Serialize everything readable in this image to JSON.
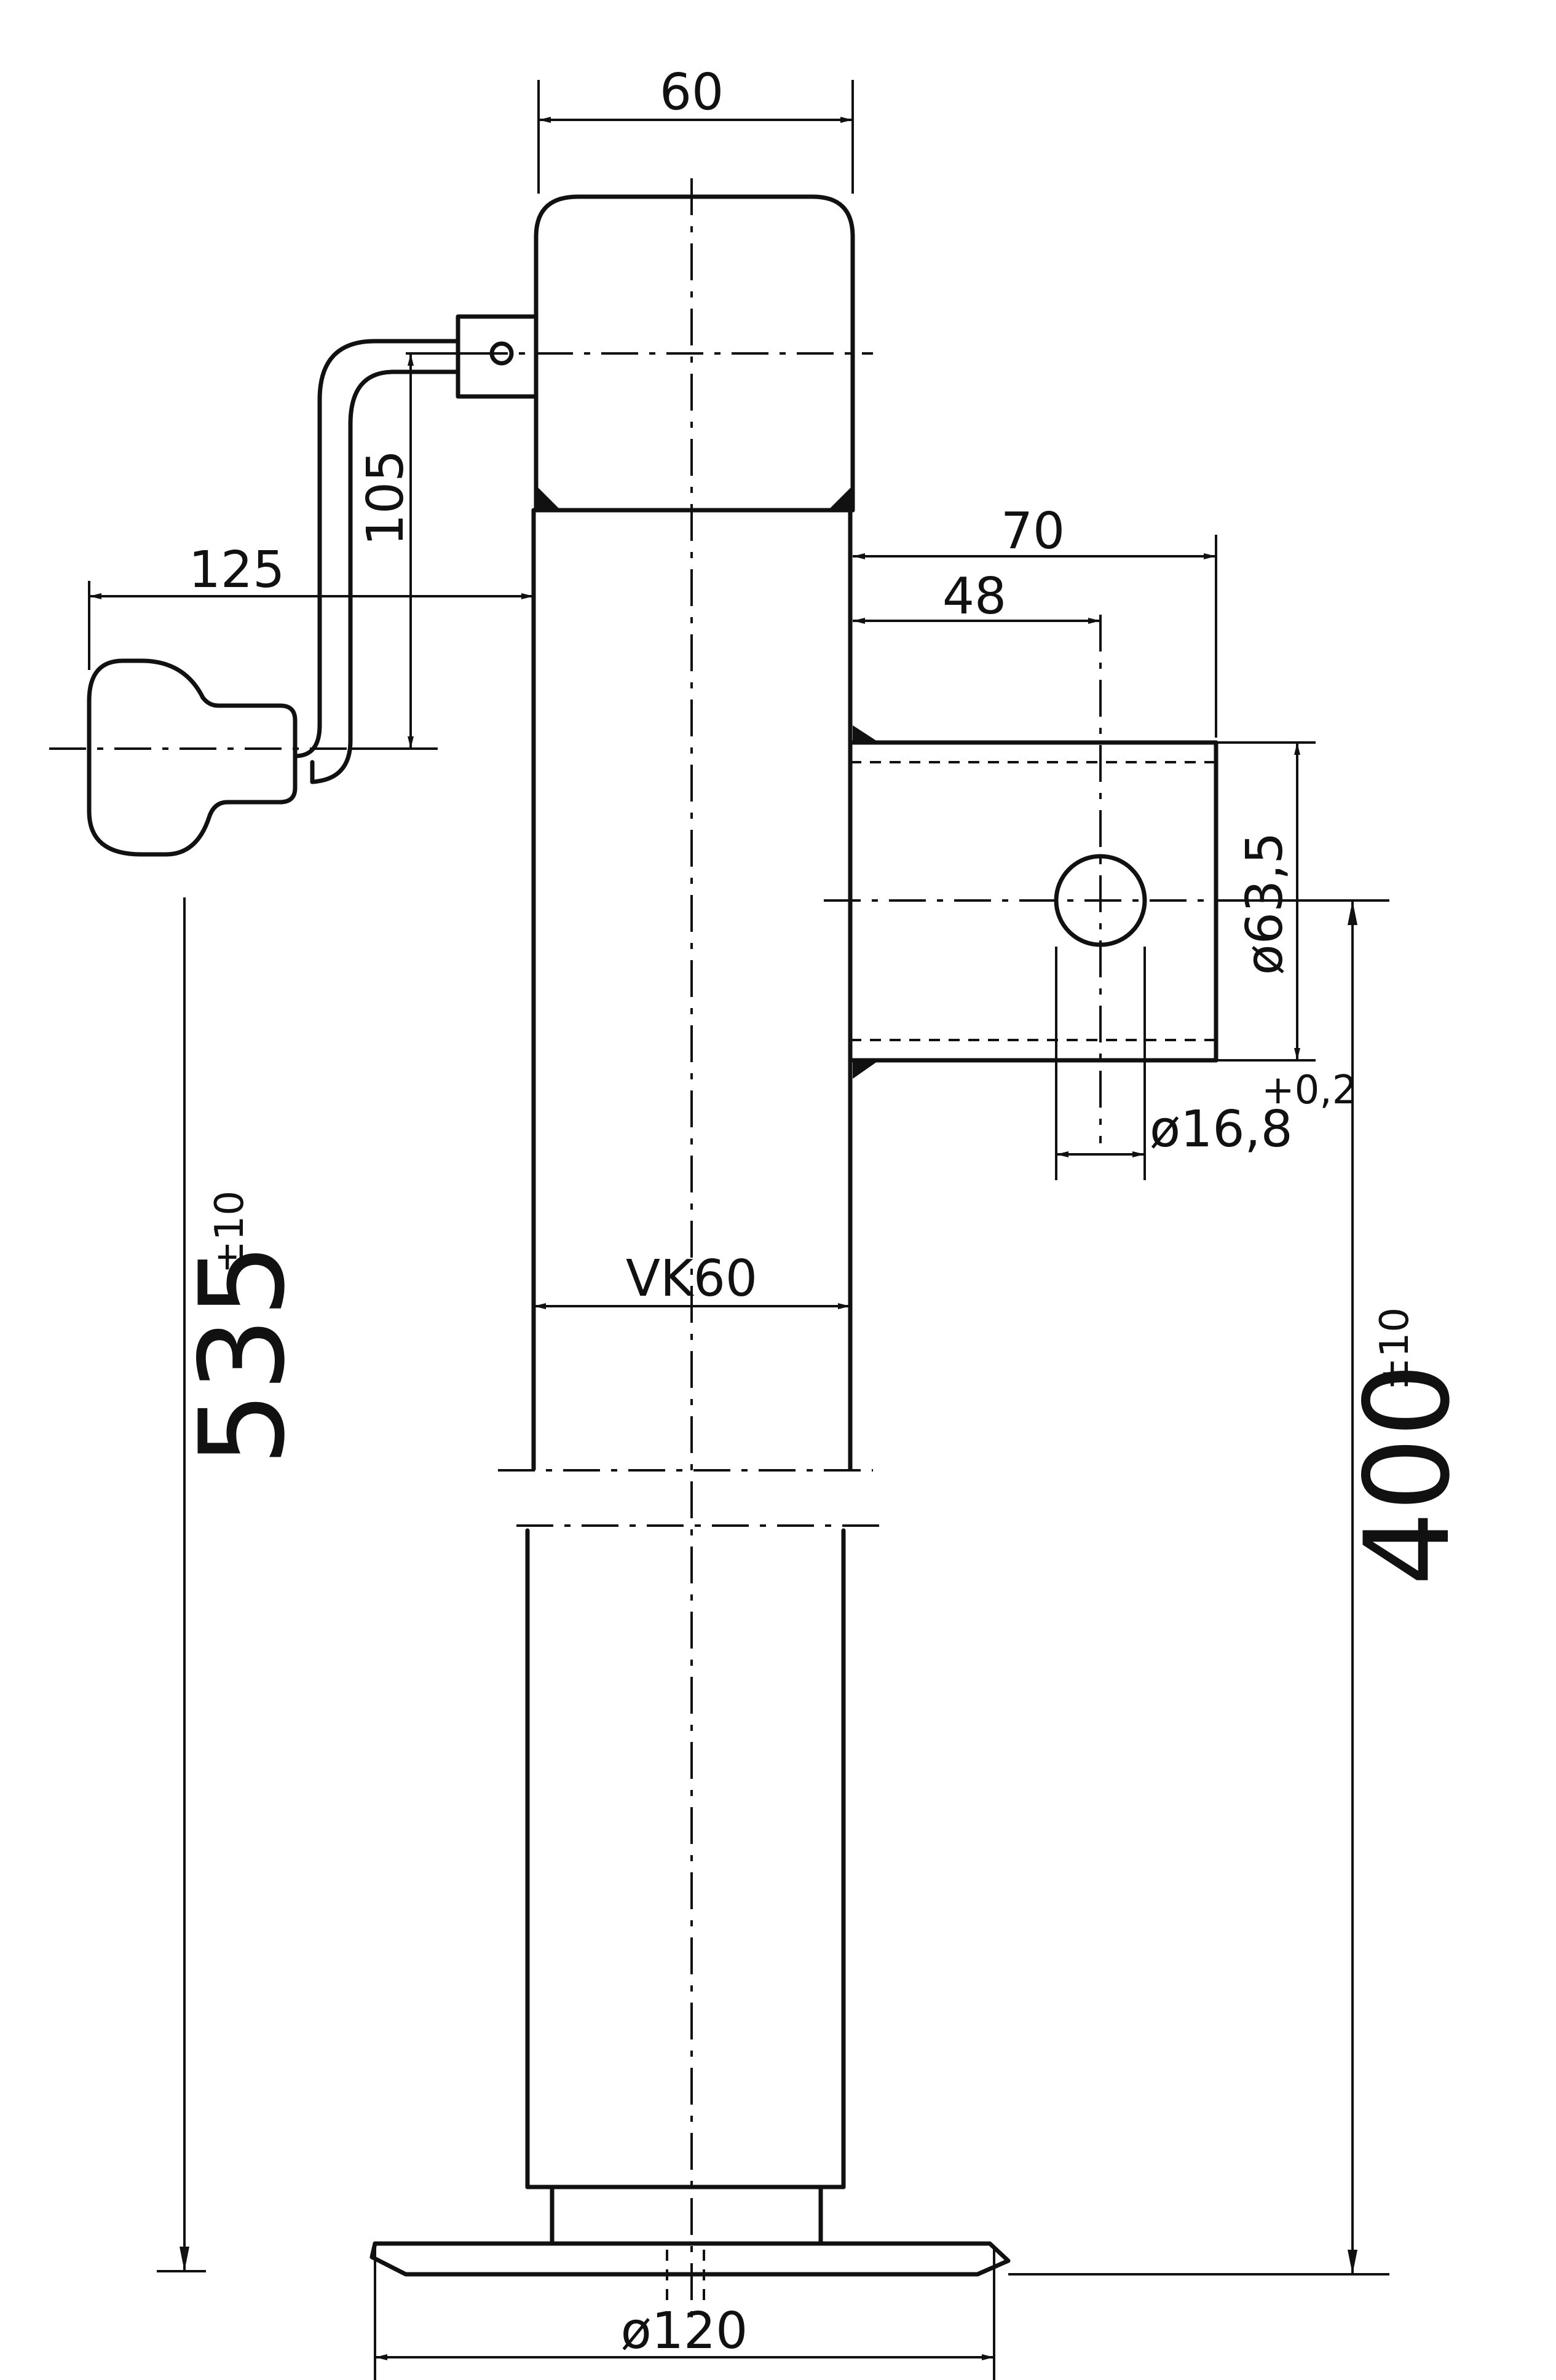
{
  "dimensions": {
    "top_width": "60",
    "crank_height": "105",
    "crank_reach": "125",
    "bracket_length": "70",
    "bracket_hole_offset": "48",
    "bracket_diameter": "ø63,5",
    "hole_diameter": "ø16,8",
    "hole_tolerance": "+0,2",
    "tube_profile": "VK60",
    "total_height": "535",
    "total_height_tolerance": "±10",
    "base_height": "400",
    "base_height_tolerance": "±10",
    "foot_diameter": "ø120"
  }
}
